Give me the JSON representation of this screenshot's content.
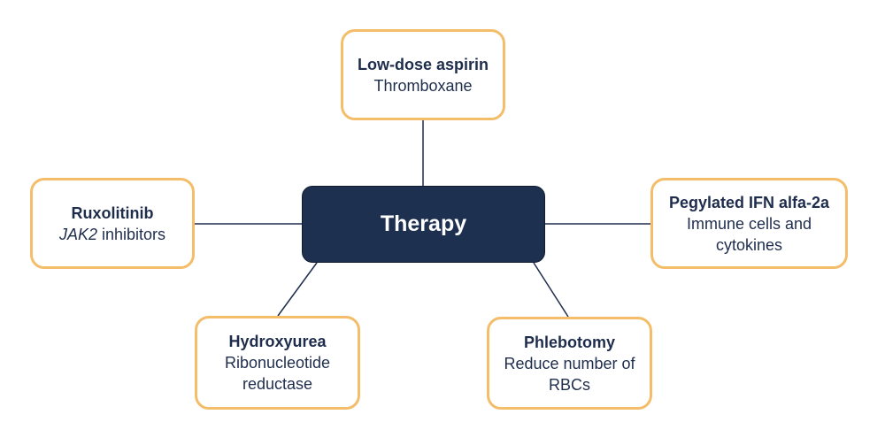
{
  "center": {
    "label": "Therapy"
  },
  "colors": {
    "center_fill": "#1e3050",
    "node_border": "#f3bd6a",
    "text": "#1f2d4d",
    "connector": "#1f2d4d"
  },
  "nodes": [
    {
      "id": "aspirin",
      "title": "Low-dose aspirin",
      "subtitle": "Thromboxane",
      "position": "top"
    },
    {
      "id": "ruxolitinib",
      "title": "Ruxolitinib",
      "subtitle_italic": "JAK2",
      "subtitle": "inhibitors",
      "position": "left"
    },
    {
      "id": "ifn",
      "title": "Pegylated IFN alfa-2a",
      "subtitle": "Immune cells and cytokines",
      "position": "right"
    },
    {
      "id": "hydroxyurea",
      "title": "Hydroxyurea",
      "subtitle": "Ribonucleotide reductase",
      "position": "bottom-left"
    },
    {
      "id": "phlebotomy",
      "title": "Phlebotomy",
      "subtitle": "Reduce number of RBCs",
      "position": "bottom-right"
    }
  ]
}
